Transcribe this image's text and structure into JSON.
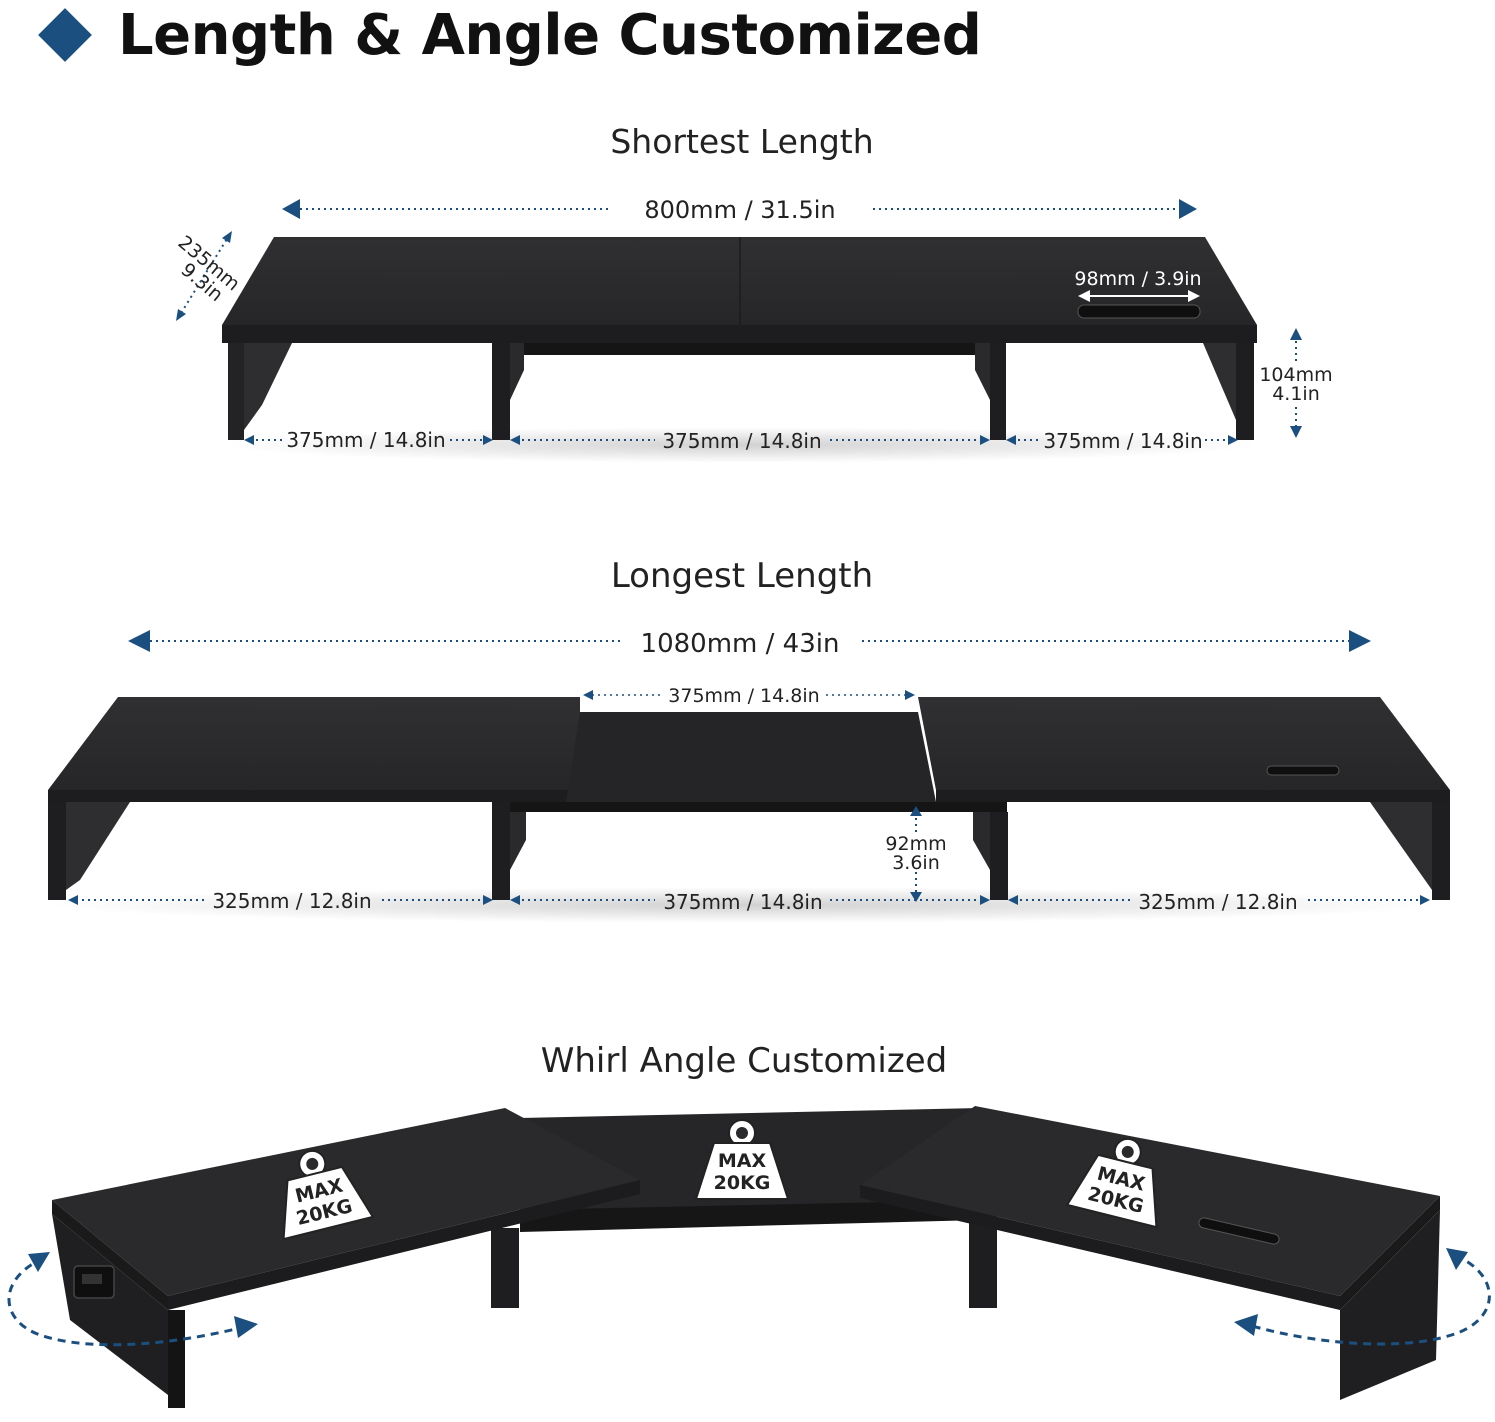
{
  "header": {
    "title": "Length & Angle Customized"
  },
  "sections": {
    "shortest": {
      "title": "Shortest Length",
      "total": "800mm / 31.5in",
      "depth_mm": "235mm",
      "depth_in": "9.3in",
      "slot": "98mm / 3.9in",
      "height_mm": "104mm",
      "height_in": "4.1in",
      "left": "375mm / 14.8in",
      "center": "375mm / 14.8in",
      "right": "375mm / 14.8in"
    },
    "longest": {
      "title": "Longest Length",
      "total": "1080mm / 43in",
      "middle_top": "375mm / 14.8in",
      "height_mm": "92mm",
      "height_in": "3.6in",
      "left": "325mm / 12.8in",
      "center": "375mm / 14.8in",
      "right": "325mm / 12.8in"
    },
    "whirl": {
      "title": "Whirl Angle Customized",
      "badge_line1": "MAX",
      "badge_line2": "20KG"
    }
  },
  "colors": {
    "accent": "#1a4f7f",
    "wood": "#2b2b2d",
    "wood_front": "#1f1f21",
    "dotted": "#1a4f7f"
  }
}
